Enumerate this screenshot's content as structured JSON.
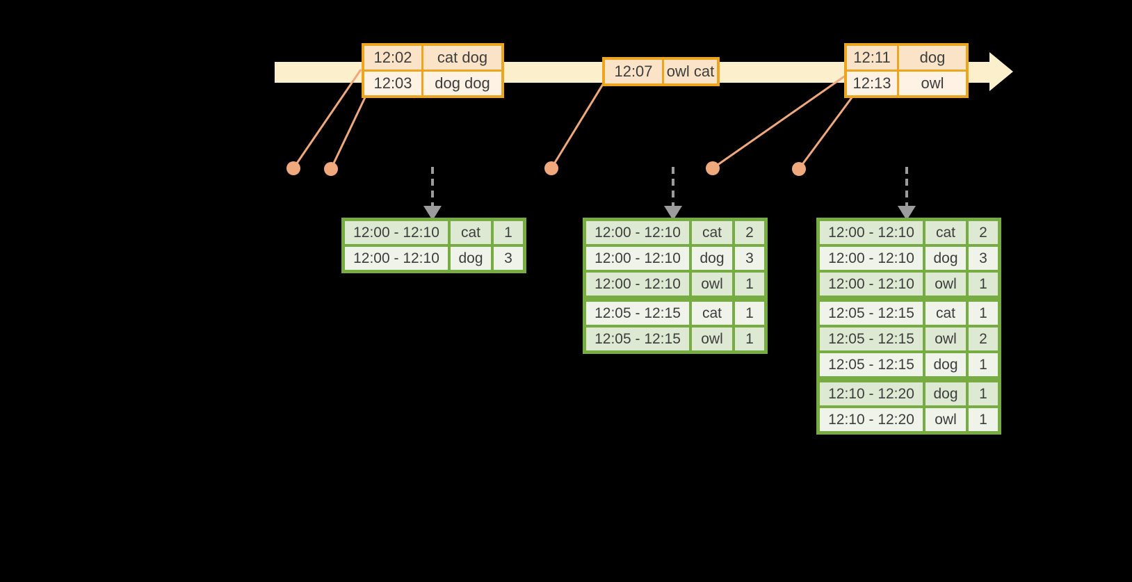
{
  "timeline": {
    "event_groups": [
      {
        "rows": [
          {
            "time": "12:02",
            "words": "cat dog"
          },
          {
            "time": "12:03",
            "words": "dog dog"
          }
        ]
      },
      {
        "rows": [
          {
            "time": "12:07",
            "words": "owl cat"
          }
        ]
      },
      {
        "rows": [
          {
            "time": "12:11",
            "words": "dog"
          },
          {
            "time": "12:13",
            "words": "owl"
          }
        ]
      }
    ]
  },
  "result_tables": [
    {
      "rows": [
        {
          "window": "12:00 - 12:10",
          "word": "cat",
          "count": "1"
        },
        {
          "window": "12:00 - 12:10",
          "word": "dog",
          "count": "3"
        }
      ]
    },
    {
      "rows": [
        {
          "window": "12:00 - 12:10",
          "word": "cat",
          "count": "2"
        },
        {
          "window": "12:00 - 12:10",
          "word": "dog",
          "count": "3"
        },
        {
          "window": "12:00 - 12:10",
          "word": "owl",
          "count": "1"
        },
        {
          "window": "12:05 - 12:15",
          "word": "cat",
          "count": "1",
          "group_start": true
        },
        {
          "window": "12:05 - 12:15",
          "word": "owl",
          "count": "1"
        }
      ]
    },
    {
      "rows": [
        {
          "window": "12:00 - 12:10",
          "word": "cat",
          "count": "2"
        },
        {
          "window": "12:00 - 12:10",
          "word": "dog",
          "count": "3"
        },
        {
          "window": "12:00 - 12:10",
          "word": "owl",
          "count": "1"
        },
        {
          "window": "12:05 - 12:15",
          "word": "cat",
          "count": "1",
          "group_start": true
        },
        {
          "window": "12:05 - 12:15",
          "word": "owl",
          "count": "2"
        },
        {
          "window": "12:05 - 12:15",
          "word": "dog",
          "count": "1"
        },
        {
          "window": "12:10 - 12:20",
          "word": "dog",
          "count": "1",
          "group_start": true
        },
        {
          "window": "12:10 - 12:20",
          "word": "owl",
          "count": "1"
        }
      ]
    }
  ],
  "colors": {
    "background": "#000000",
    "timeline_band": "#FCF0CC",
    "event_border": "#EDA41F",
    "event_row_dark": "#FAE3C6",
    "event_row_light": "#FDF2E3",
    "connector": "#F0A87D",
    "dashed_arrow": "#9C9C9C",
    "table_border": "#77AC43",
    "table_row_dark": "#DEE9D3",
    "table_row_light": "#EFF3EA",
    "text": "#3D3D3D"
  }
}
